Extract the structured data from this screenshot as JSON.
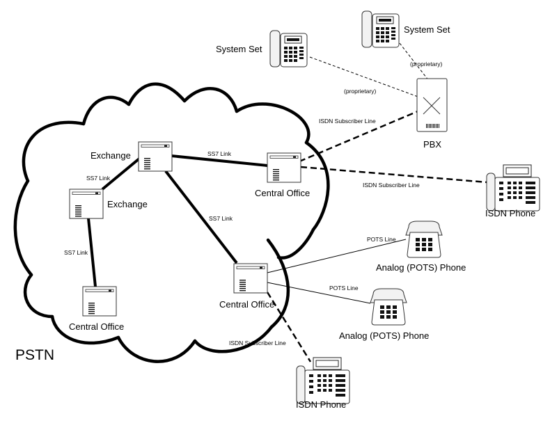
{
  "network_label": "PSTN",
  "nodes": {
    "exchange_top": "Exchange",
    "exchange_left": "Exchange",
    "central_office_right": "Central Office",
    "central_office_middle": "Central Office",
    "central_office_left": "Central Office",
    "pbx": "PBX"
  },
  "terminals": {
    "system_set_left": "System Set",
    "system_set_right": "System Set",
    "isdn_phone_right": "ISDN Phone",
    "isdn_phone_bottom": "ISDN Phone",
    "analog_phone_top": "Analog (POTS) Phone",
    "analog_phone_bottom": "Analog (POTS) Phone"
  },
  "links": {
    "ss7_top": "SS7 Link",
    "ss7_upper_left": "SS7 Link",
    "ss7_diagonal": "SS7 Link",
    "ss7_left": "SS7 Link",
    "isdn_pbx": "ISDN Subscriber Line",
    "isdn_phone_right": "ISDN Subscriber Line",
    "isdn_phone_bottom": "ISDN Subscriber Line",
    "pots_top": "POTS Line",
    "pots_bottom": "POTS Line",
    "proprietary_left": "(proprietary)",
    "proprietary_right": "(proprietary)"
  },
  "icons": {
    "switch": "switch-cabinet-icon",
    "pbx": "pbx-cabinet-icon",
    "system_set": "desk-phone-icon",
    "isdn_phone": "isdn-phone-icon",
    "analog_phone": "rotary-phone-icon"
  }
}
